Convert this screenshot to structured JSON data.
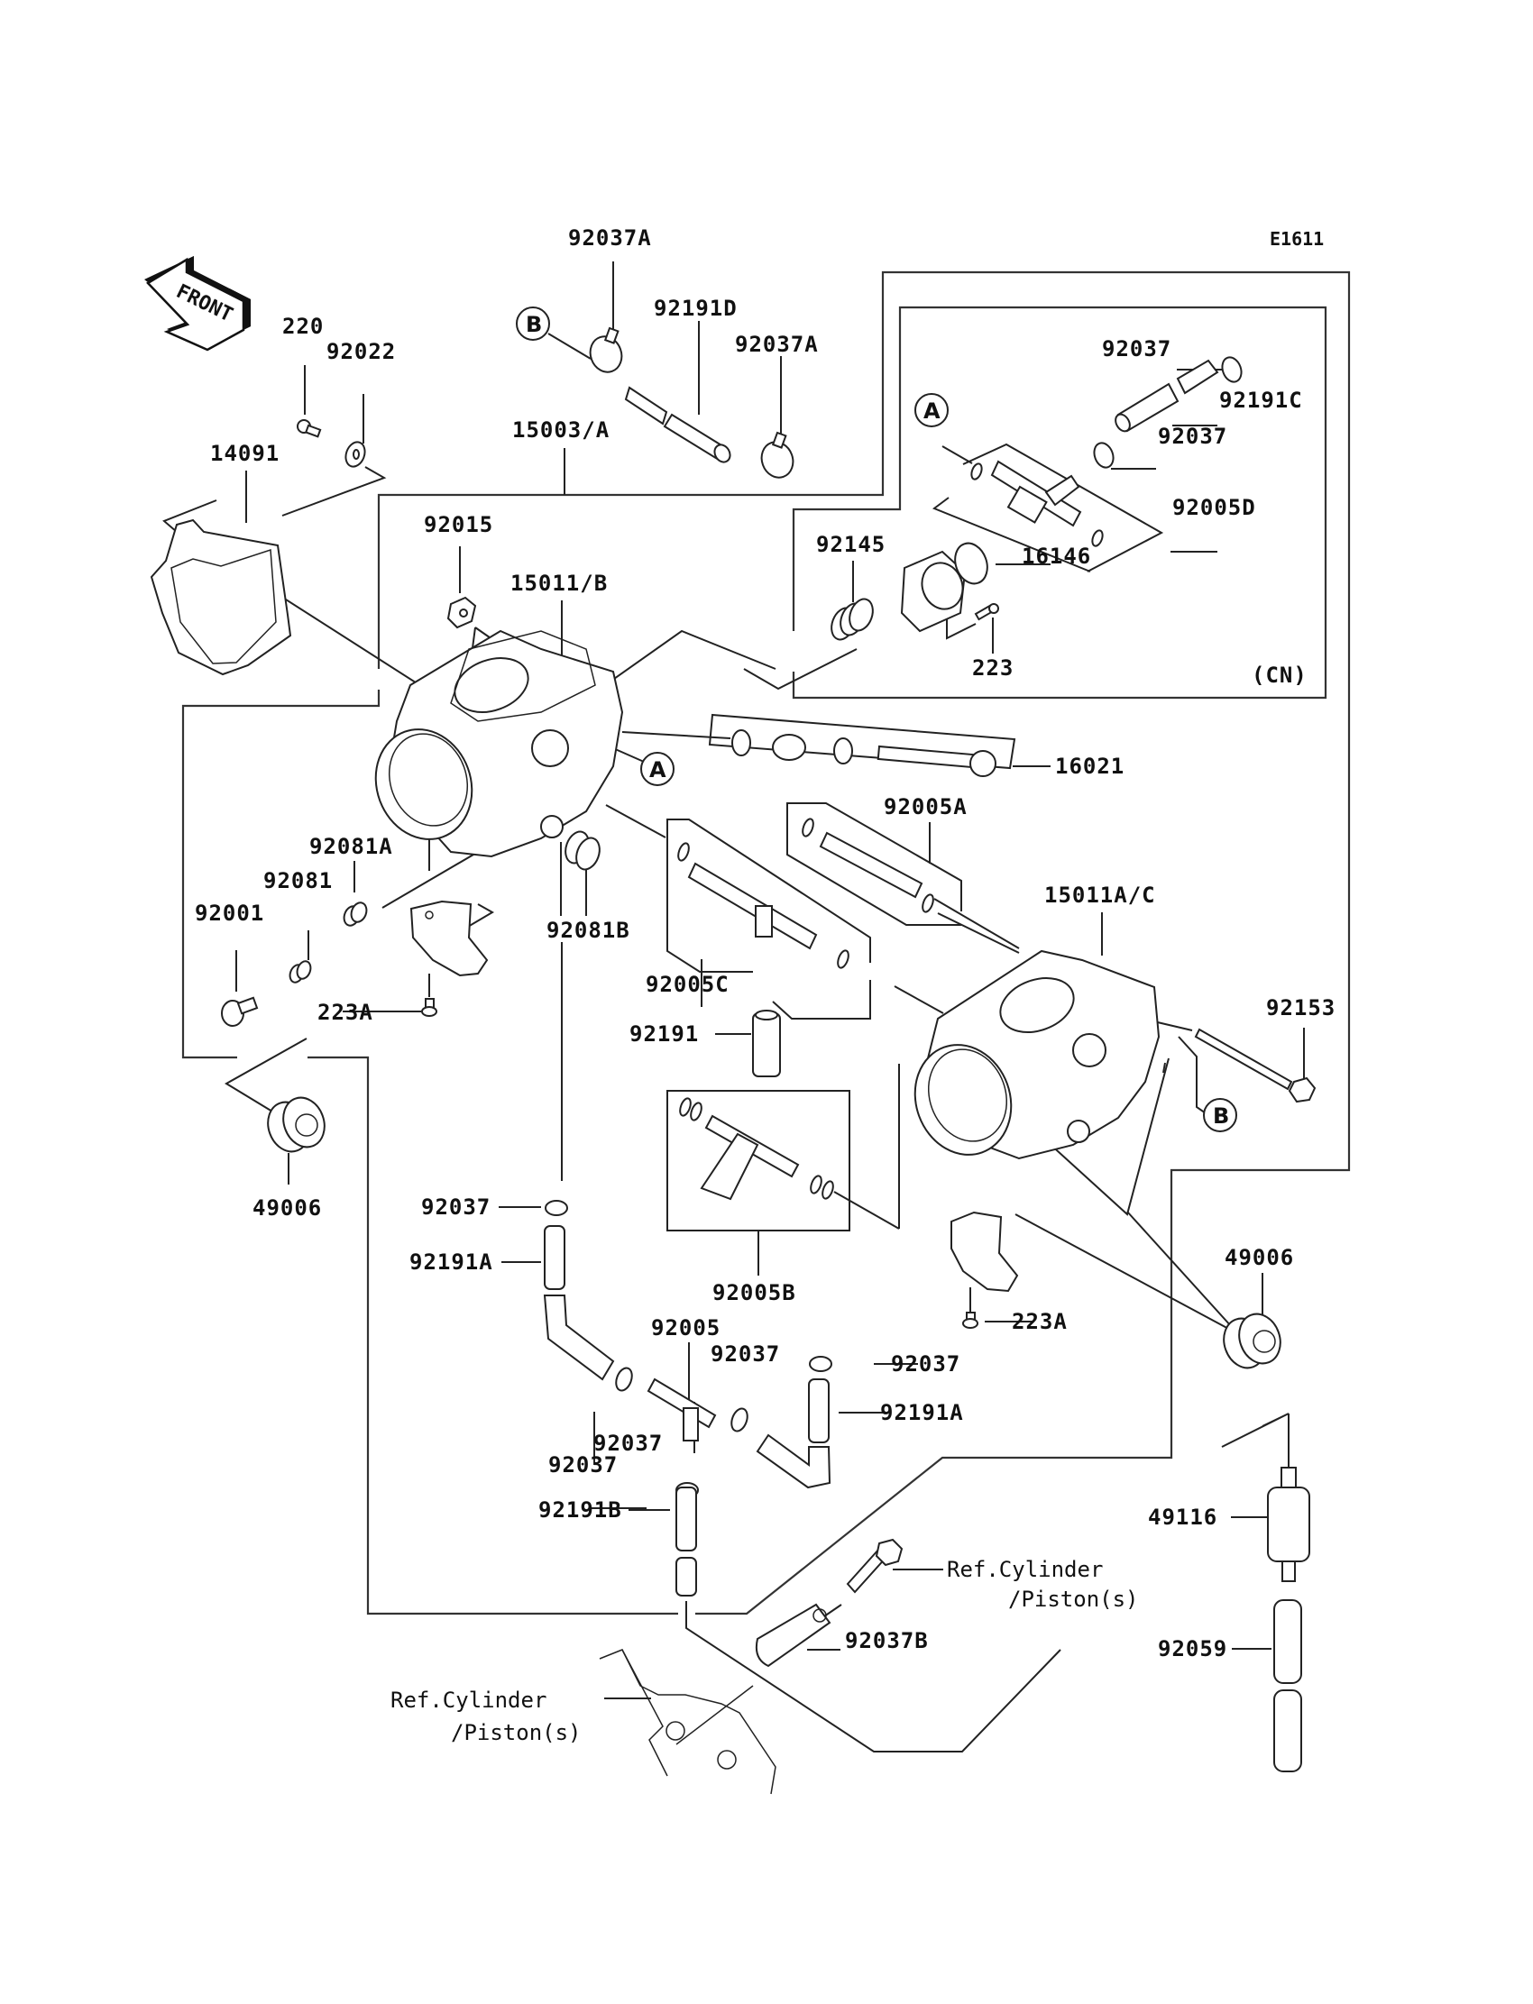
{
  "diagram": {
    "title": "Carburetor exploded parts diagram",
    "figure_code": "E1611",
    "orientation_label": "FRONT",
    "variant_note": "(CN)",
    "callouts": {
      "a": "A",
      "b": "B"
    },
    "parts": {
      "p_92037A_1": "92037A",
      "p_92037A_2": "92037A",
      "p_92191D": "92191D",
      "p_220": "220",
      "p_92022": "92022",
      "p_14091": "14091",
      "p_15003A": "15003/A",
      "p_92015": "92015",
      "p_15011B": "15011/B",
      "p_92037_c1": "92037",
      "p_92191C": "92191C",
      "p_92037_c2": "92037",
      "p_92005D": "92005D",
      "p_92145": "92145",
      "p_16146": "16146",
      "p_223": "223",
      "p_16021": "16021",
      "p_92005A": "92005A",
      "p_92081A": "92081A",
      "p_92081": "92081",
      "p_92001": "92001",
      "p_15011AC": "15011A/C",
      "p_92081B": "92081B",
      "p_223A_1": "223A",
      "p_92005C": "92005C",
      "p_92153": "92153",
      "p_92191": "92191",
      "p_49006_1": "49006",
      "p_92037_l1": "92037",
      "p_49006_2": "49006",
      "p_92191A_1": "92191A",
      "p_92005B": "92005B",
      "p_223A_2": "223A",
      "p_92005": "92005",
      "p_92037_m1": "92037",
      "p_92037_m2": "92037",
      "p_92191A_2": "92191A",
      "p_92037_m3": "92037",
      "p_92037_m4": "92037",
      "p_92191B": "92191B",
      "p_49116": "49116",
      "p_92037B": "92037B",
      "p_92059": "92059"
    },
    "references": {
      "ref1_line1": "Ref.Cylinder",
      "ref1_line2": "/Piston(s)",
      "ref2_line1": "Ref.Cylinder",
      "ref2_line2": "/Piston(s)"
    }
  }
}
